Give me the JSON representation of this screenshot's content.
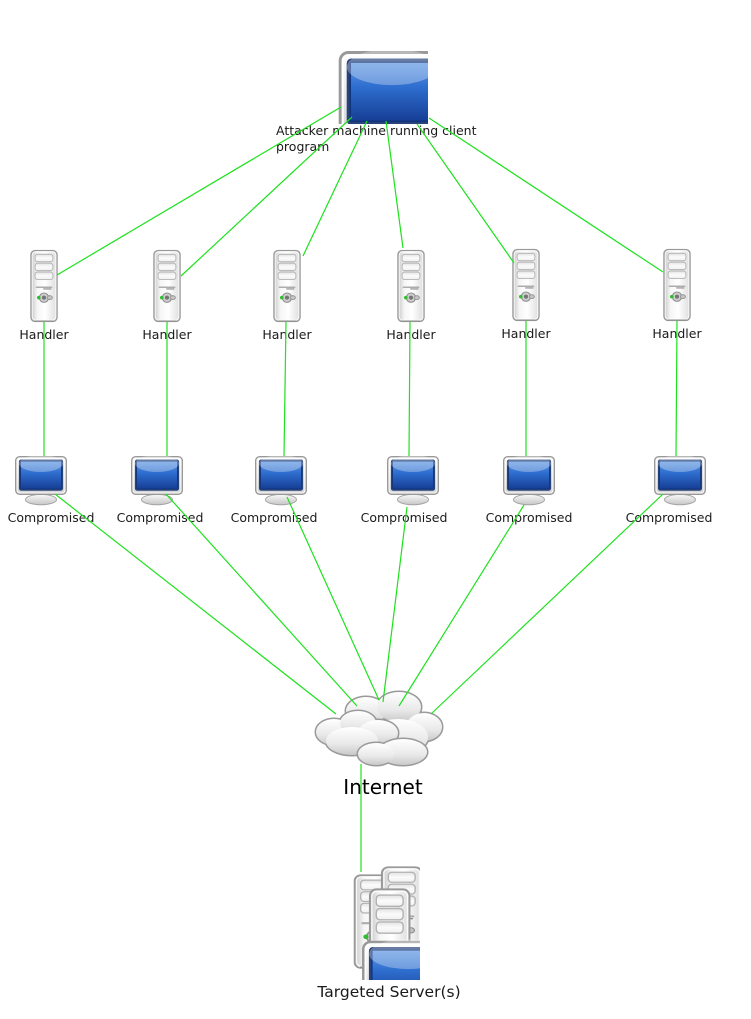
{
  "diagram": {
    "type": "network-topology",
    "attacker": {
      "label": "Attacker machine running client program",
      "icon": "desktop-computer-with-tower"
    },
    "handlers": [
      {
        "label": "Handler",
        "icon": "server-tower"
      },
      {
        "label": "Handler",
        "icon": "server-tower"
      },
      {
        "label": "Handler",
        "icon": "server-tower"
      },
      {
        "label": "Handler",
        "icon": "server-tower"
      },
      {
        "label": "Handler",
        "icon": "server-tower"
      },
      {
        "label": "Handler",
        "icon": "server-tower"
      }
    ],
    "compromised": [
      {
        "label": "Compromised",
        "icon": "desktop-monitor"
      },
      {
        "label": "Compromised",
        "icon": "desktop-monitor"
      },
      {
        "label": "Compromised",
        "icon": "desktop-monitor"
      },
      {
        "label": "Compromised",
        "icon": "desktop-monitor"
      },
      {
        "label": "Compromised",
        "icon": "desktop-monitor"
      },
      {
        "label": "Compromised",
        "icon": "desktop-monitor"
      }
    ],
    "internet": {
      "label": "Internet",
      "icon": "cloud"
    },
    "target": {
      "label": "Targeted Server(s)",
      "icon": "server-stack-with-monitor"
    },
    "edges": [
      {
        "from": "attacker",
        "to": "handler-1"
      },
      {
        "from": "attacker",
        "to": "handler-2"
      },
      {
        "from": "attacker",
        "to": "handler-3"
      },
      {
        "from": "attacker",
        "to": "handler-4"
      },
      {
        "from": "attacker",
        "to": "handler-5"
      },
      {
        "from": "attacker",
        "to": "handler-6"
      },
      {
        "from": "handler-1",
        "to": "compromised-1"
      },
      {
        "from": "handler-2",
        "to": "compromised-2"
      },
      {
        "from": "handler-3",
        "to": "compromised-3"
      },
      {
        "from": "handler-4",
        "to": "compromised-4"
      },
      {
        "from": "handler-5",
        "to": "compromised-5"
      },
      {
        "from": "handler-6",
        "to": "compromised-6"
      },
      {
        "from": "compromised-1",
        "to": "internet"
      },
      {
        "from": "compromised-2",
        "to": "internet"
      },
      {
        "from": "compromised-3",
        "to": "internet"
      },
      {
        "from": "compromised-4",
        "to": "internet"
      },
      {
        "from": "compromised-5",
        "to": "internet"
      },
      {
        "from": "compromised-6",
        "to": "internet"
      },
      {
        "from": "internet",
        "to": "target"
      }
    ],
    "colors": {
      "edge": "#1de21d",
      "screen_blue": "#2b6fd4",
      "label_text": "#1a1a1a"
    }
  }
}
